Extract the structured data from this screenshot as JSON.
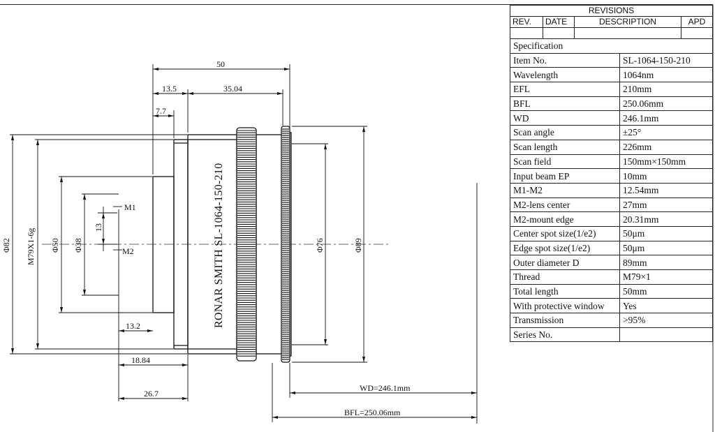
{
  "revisions": {
    "title": "REVISIONS",
    "headers": [
      "REV.",
      "DATE",
      "DESCRIPTION",
      "APD"
    ]
  },
  "spec": {
    "title": "Specification",
    "rows": [
      {
        "label": "Item No.",
        "value": "SL-1064-150-210"
      },
      {
        "label": "Wavelength",
        "value": "1064nm"
      },
      {
        "label": "EFL",
        "value": "210mm"
      },
      {
        "label": "BFL",
        "value": "250.06mm"
      },
      {
        "label": "WD",
        "value": "246.1mm"
      },
      {
        "label": "Scan angle",
        "value": "±25°"
      },
      {
        "label": "Scan length",
        "value": "226mm"
      },
      {
        "label": "Scan field",
        "value": "150mm×150mm"
      },
      {
        "label": "Input beam EP",
        "value": "10mm"
      },
      {
        "label": "M1-M2",
        "value": "12.54mm"
      },
      {
        "label": "M2-lens center",
        "value": "27mm"
      },
      {
        "label": "M2-mount edge",
        "value": "20.31mm"
      },
      {
        "label": "Center spot size(1/e2)",
        "value": "50μm"
      },
      {
        "label": "Edge spot size(1/e2)",
        "value": "50μm"
      },
      {
        "label": "Outer diameter D",
        "value": "89mm"
      },
      {
        "label": "Thread",
        "value": "M79×1"
      },
      {
        "label": "Total length",
        "value": "50mm"
      },
      {
        "label": "With protective window",
        "value": "Yes"
      },
      {
        "label": "Transmission",
        "value": ">95%"
      },
      {
        "label": "Series No.",
        "value": ""
      }
    ]
  },
  "drawing": {
    "engraving": "RONAR SMITH SL-1064-150-210",
    "dims": {
      "total_length": "50",
      "len_13_5": "13.5",
      "len_35_04": "35.04",
      "len_7_7": "7.7",
      "len_13_2": "13.2",
      "len_18_84": "18.84",
      "len_26_7": "26.7",
      "wd": "WD=246.1mm",
      "bfl": "BFL=250.06mm",
      "d82": "Φ82",
      "thread": "M79X1-6g",
      "d50": "Φ50",
      "d38": "Φ38",
      "m_gap": "13",
      "m1": "M1",
      "m2": "M2",
      "d76": "Φ76",
      "d89": "Φ89"
    }
  }
}
